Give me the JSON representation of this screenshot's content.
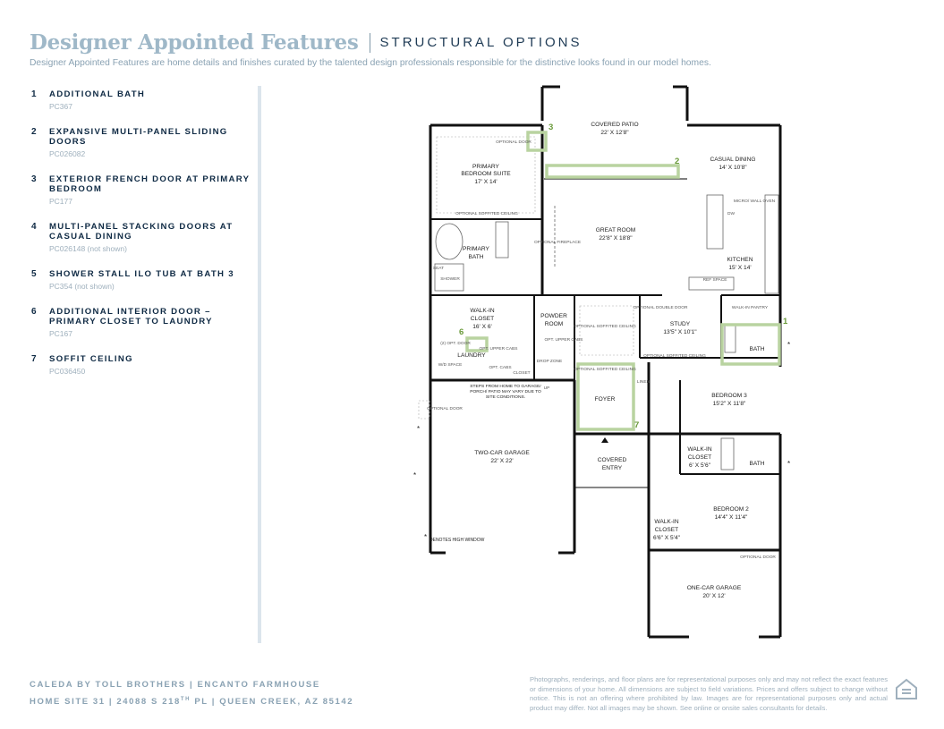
{
  "header": {
    "title": "Designer Appointed Features",
    "subtitle_tag": "STRUCTURAL OPTIONS",
    "description": "Designer Appointed Features are home details and finishes curated by the talented design professionals responsible for the distinctive looks found in our model homes."
  },
  "options": [
    {
      "num": "1",
      "label": "ADDITIONAL BATH",
      "code": "PC367"
    },
    {
      "num": "2",
      "label": "EXPANSIVE MULTI-PANEL SLIDING DOORS",
      "code": "PC026082"
    },
    {
      "num": "3",
      "label": "EXTERIOR FRENCH DOOR AT PRIMARY BEDROOM",
      "code": "PC177"
    },
    {
      "num": "4",
      "label": "MULTI-PANEL STACKING DOORS AT CASUAL DINING",
      "code": "PC026148 (not shown)"
    },
    {
      "num": "5",
      "label": "SHOWER STALL ILO TUB AT BATH 3",
      "code": "PC354 (not shown)"
    },
    {
      "num": "6",
      "label": "ADDITIONAL INTERIOR DOOR – PRIMARY CLOSET TO LAUNDRY",
      "code": "PC167"
    },
    {
      "num": "7",
      "label": "SOFFIT CEILING",
      "code": "PC036450"
    }
  ],
  "plan": {
    "covered_patio": {
      "name": "COVERED PATIO",
      "dim": "22' X 12'8\""
    },
    "casual_dining": {
      "name": "CASUAL DINING",
      "dim": "14' X 10'8\""
    },
    "primary_suite": {
      "name1": "PRIMARY",
      "name2": "BEDROOM SUITE",
      "dim": "17' X 14'"
    },
    "optional_door": "OPTIONAL DOOR",
    "optional_soffited_ceiling": "OPTIONAL SOFFITED CEILING",
    "great_room": {
      "name": "GREAT ROOM",
      "dim": "22'8\" X 18'8\""
    },
    "optional_fireplace": "OPTIONAL FIREPLACE",
    "micro_wall_oven": "MICRO/ WALL OVEN",
    "dw": "DW",
    "kitchen": {
      "name": "KITCHEN",
      "dim": "15' X 14'"
    },
    "ref_space": "REF SPACE",
    "primary_bath": {
      "name1": "PRIMARY",
      "name2": "BATH"
    },
    "seat": "SEAT",
    "shower": "SHOWER",
    "walk_in_closet_primary": {
      "name1": "WALK-IN",
      "name2": "CLOSET",
      "dim": "16' X 6'"
    },
    "powder_room": {
      "name1": "POWDER",
      "name2": "ROOM"
    },
    "walk_in_pantry": "WALK-IN PANTRY",
    "optional_double_door": "OPTIONAL DOUBLE DOOR",
    "study": {
      "name": "STUDY",
      "dim": "13'5\" X 10'1\""
    },
    "bath1": "BATH",
    "laundry": "LAUNDRY",
    "opt_door_small": "(2) OPT. DOOR",
    "opt_upper_cabs": "OPT. UPPER CABS",
    "opt_cabs": "OPT. CABS",
    "wd_space": "W/D SPACE",
    "closet": "CLOSET",
    "drop_zone": "DROP ZONE",
    "up": "UP",
    "steps_note": "STEPS FROM HOME TO GARAGE/ PORCH/ PATIO MAY VARY DUE TO SITE CONDITIONS.",
    "foyer": "FOYER",
    "linen": "LINEN",
    "bedroom3": {
      "name": "BEDROOM 3",
      "dim": "15'2\" X 11'8\""
    },
    "walk_in_closet_b3": {
      "name1": "WALK-IN",
      "name2": "CLOSET",
      "dim": "6' X 5'6\""
    },
    "bath2": "BATH",
    "two_car_garage": {
      "name": "TWO-CAR GARAGE",
      "dim": "22' X 22'"
    },
    "covered_entry": {
      "name1": "COVERED",
      "name2": "ENTRY"
    },
    "bedroom2": {
      "name": "BEDROOM 2",
      "dim": "14'4\" X 11'4\""
    },
    "walk_in_closet_b2": {
      "name1": "WALK-IN",
      "name2": "CLOSET",
      "dim": "6'6\" X 5'4\""
    },
    "one_car_garage": {
      "name": "ONE-CAR GARAGE",
      "dim": "20' X 12'"
    },
    "high_window_note": "DENOTES HIGH WINDOW",
    "marker_1": "1",
    "marker_2": "2",
    "marker_3": "3",
    "marker_6": "6",
    "marker_7": "7",
    "asterisk": "*"
  },
  "footer": {
    "line1": "CALEDA BY TOLL BROTHERS  |  ENCANTO FARMHOUSE",
    "line2_pre": "HOME SITE 31  |  24088 S 218",
    "line2_sup": "TH",
    "line2_post": " PL  |  QUEEN CREEK, AZ 85142",
    "disclaimer": "Photographs, renderings, and floor plans are for representational purposes only and may not reflect the exact features or dimensions of your home. All dimensions are subject to field variations. Prices and offers subject to change without notice. This is not an offering where prohibited by law. Images are for representational purposes only and actual product may differ. Not all images may be shown. See online or onsite sales consultants for details."
  },
  "colors": {
    "highlight": "#b9d3a0",
    "marker": "#6a9a3a",
    "wall": "#111111",
    "title": "#9fb8c8"
  }
}
